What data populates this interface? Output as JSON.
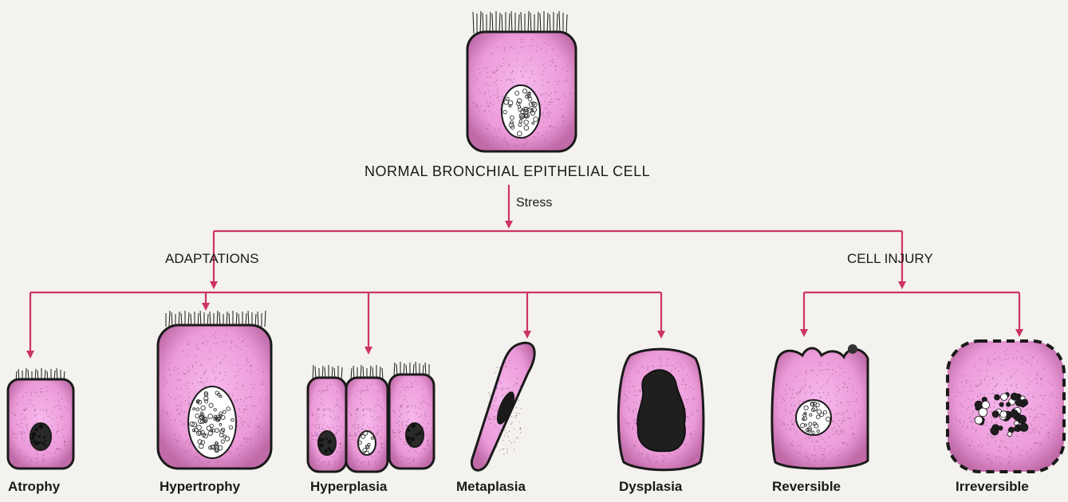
{
  "diagram": {
    "root_label": "NORMAL BRONCHIAL EPITHELIAL CELL",
    "stress_label": "Stress",
    "branches": {
      "adaptations": "ADAPTATIONS",
      "cell_injury": "CELL INJURY"
    },
    "cells": [
      {
        "id": "atrophy",
        "label": "Atrophy"
      },
      {
        "id": "hypertrophy",
        "label": "Hypertrophy"
      },
      {
        "id": "hyperplasia",
        "label": "Hyperplasia"
      },
      {
        "id": "metaplasia",
        "label": "Metaplasia"
      },
      {
        "id": "dysplasia",
        "label": "Dysplasia"
      },
      {
        "id": "reversible",
        "label": "Reversible"
      },
      {
        "id": "irreversible",
        "label": "Irreversible"
      }
    ]
  },
  "colors": {
    "arrow": "#cc3366",
    "cytoplasm": "#f0a8e0",
    "outline": "#1a1a1a",
    "nucleus": "#ffffff",
    "background": "#f4f2ee"
  }
}
